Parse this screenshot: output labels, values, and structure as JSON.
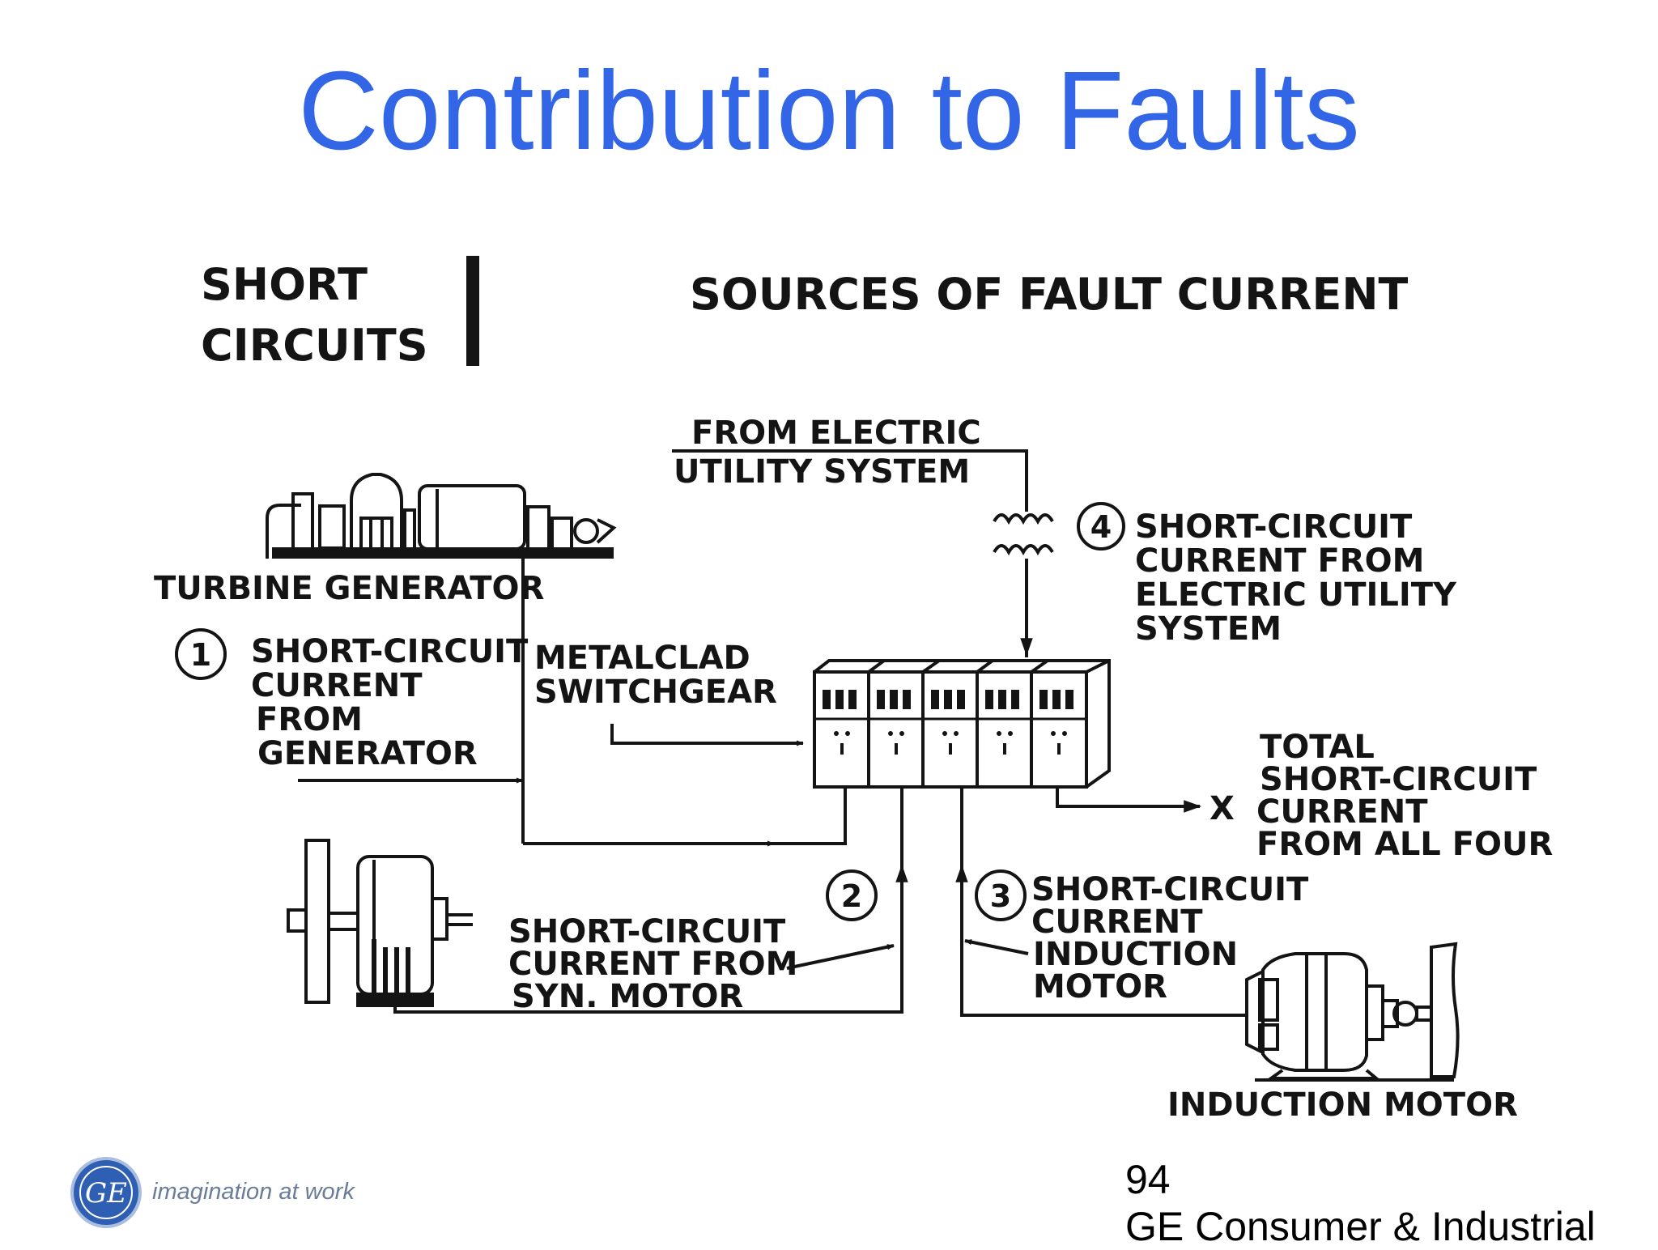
{
  "slide": {
    "title": "Contribution to Faults",
    "page_number": "94",
    "company": "GE Consumer & Industrial",
    "tagline": "imagination at work",
    "title_color": "#3366e6"
  },
  "diagram": {
    "section_label_line1": "SHORT",
    "section_label_line2": "CIRCUITS",
    "heading": "SOURCES OF FAULT CURRENT",
    "utility_source_line1": "FROM ELECTRIC",
    "utility_source_line2": "UTILITY SYSTEM",
    "turbine_generator": "TURBINE GENERATOR",
    "switchgear_line1": "METALCLAD",
    "switchgear_line2": "SWITCHGEAR",
    "induction_motor": "INDUCTION   MOTOR",
    "fault_marker": "X",
    "sources": [
      {
        "number": "1",
        "lines": [
          "SHORT-CIRCUIT",
          "CURRENT",
          "FROM",
          "GENERATOR"
        ]
      },
      {
        "number": "2",
        "lines": [
          "SHORT-CIRCUIT",
          "CURRENT FROM",
          "SYN.  MOTOR"
        ]
      },
      {
        "number": "3",
        "lines": [
          "SHORT-CIRCUIT",
          "CURRENT",
          "INDUCTION",
          "MOTOR"
        ]
      },
      {
        "number": "4",
        "lines": [
          "SHORT-CIRCUIT",
          "CURRENT  FROM",
          "ELECTRIC  UTILITY",
          "SYSTEM"
        ]
      }
    ],
    "total": {
      "lines": [
        "TOTAL",
        "SHORT-CIRCUIT",
        "CURRENT",
        "FROM ALL FOUR"
      ]
    }
  }
}
